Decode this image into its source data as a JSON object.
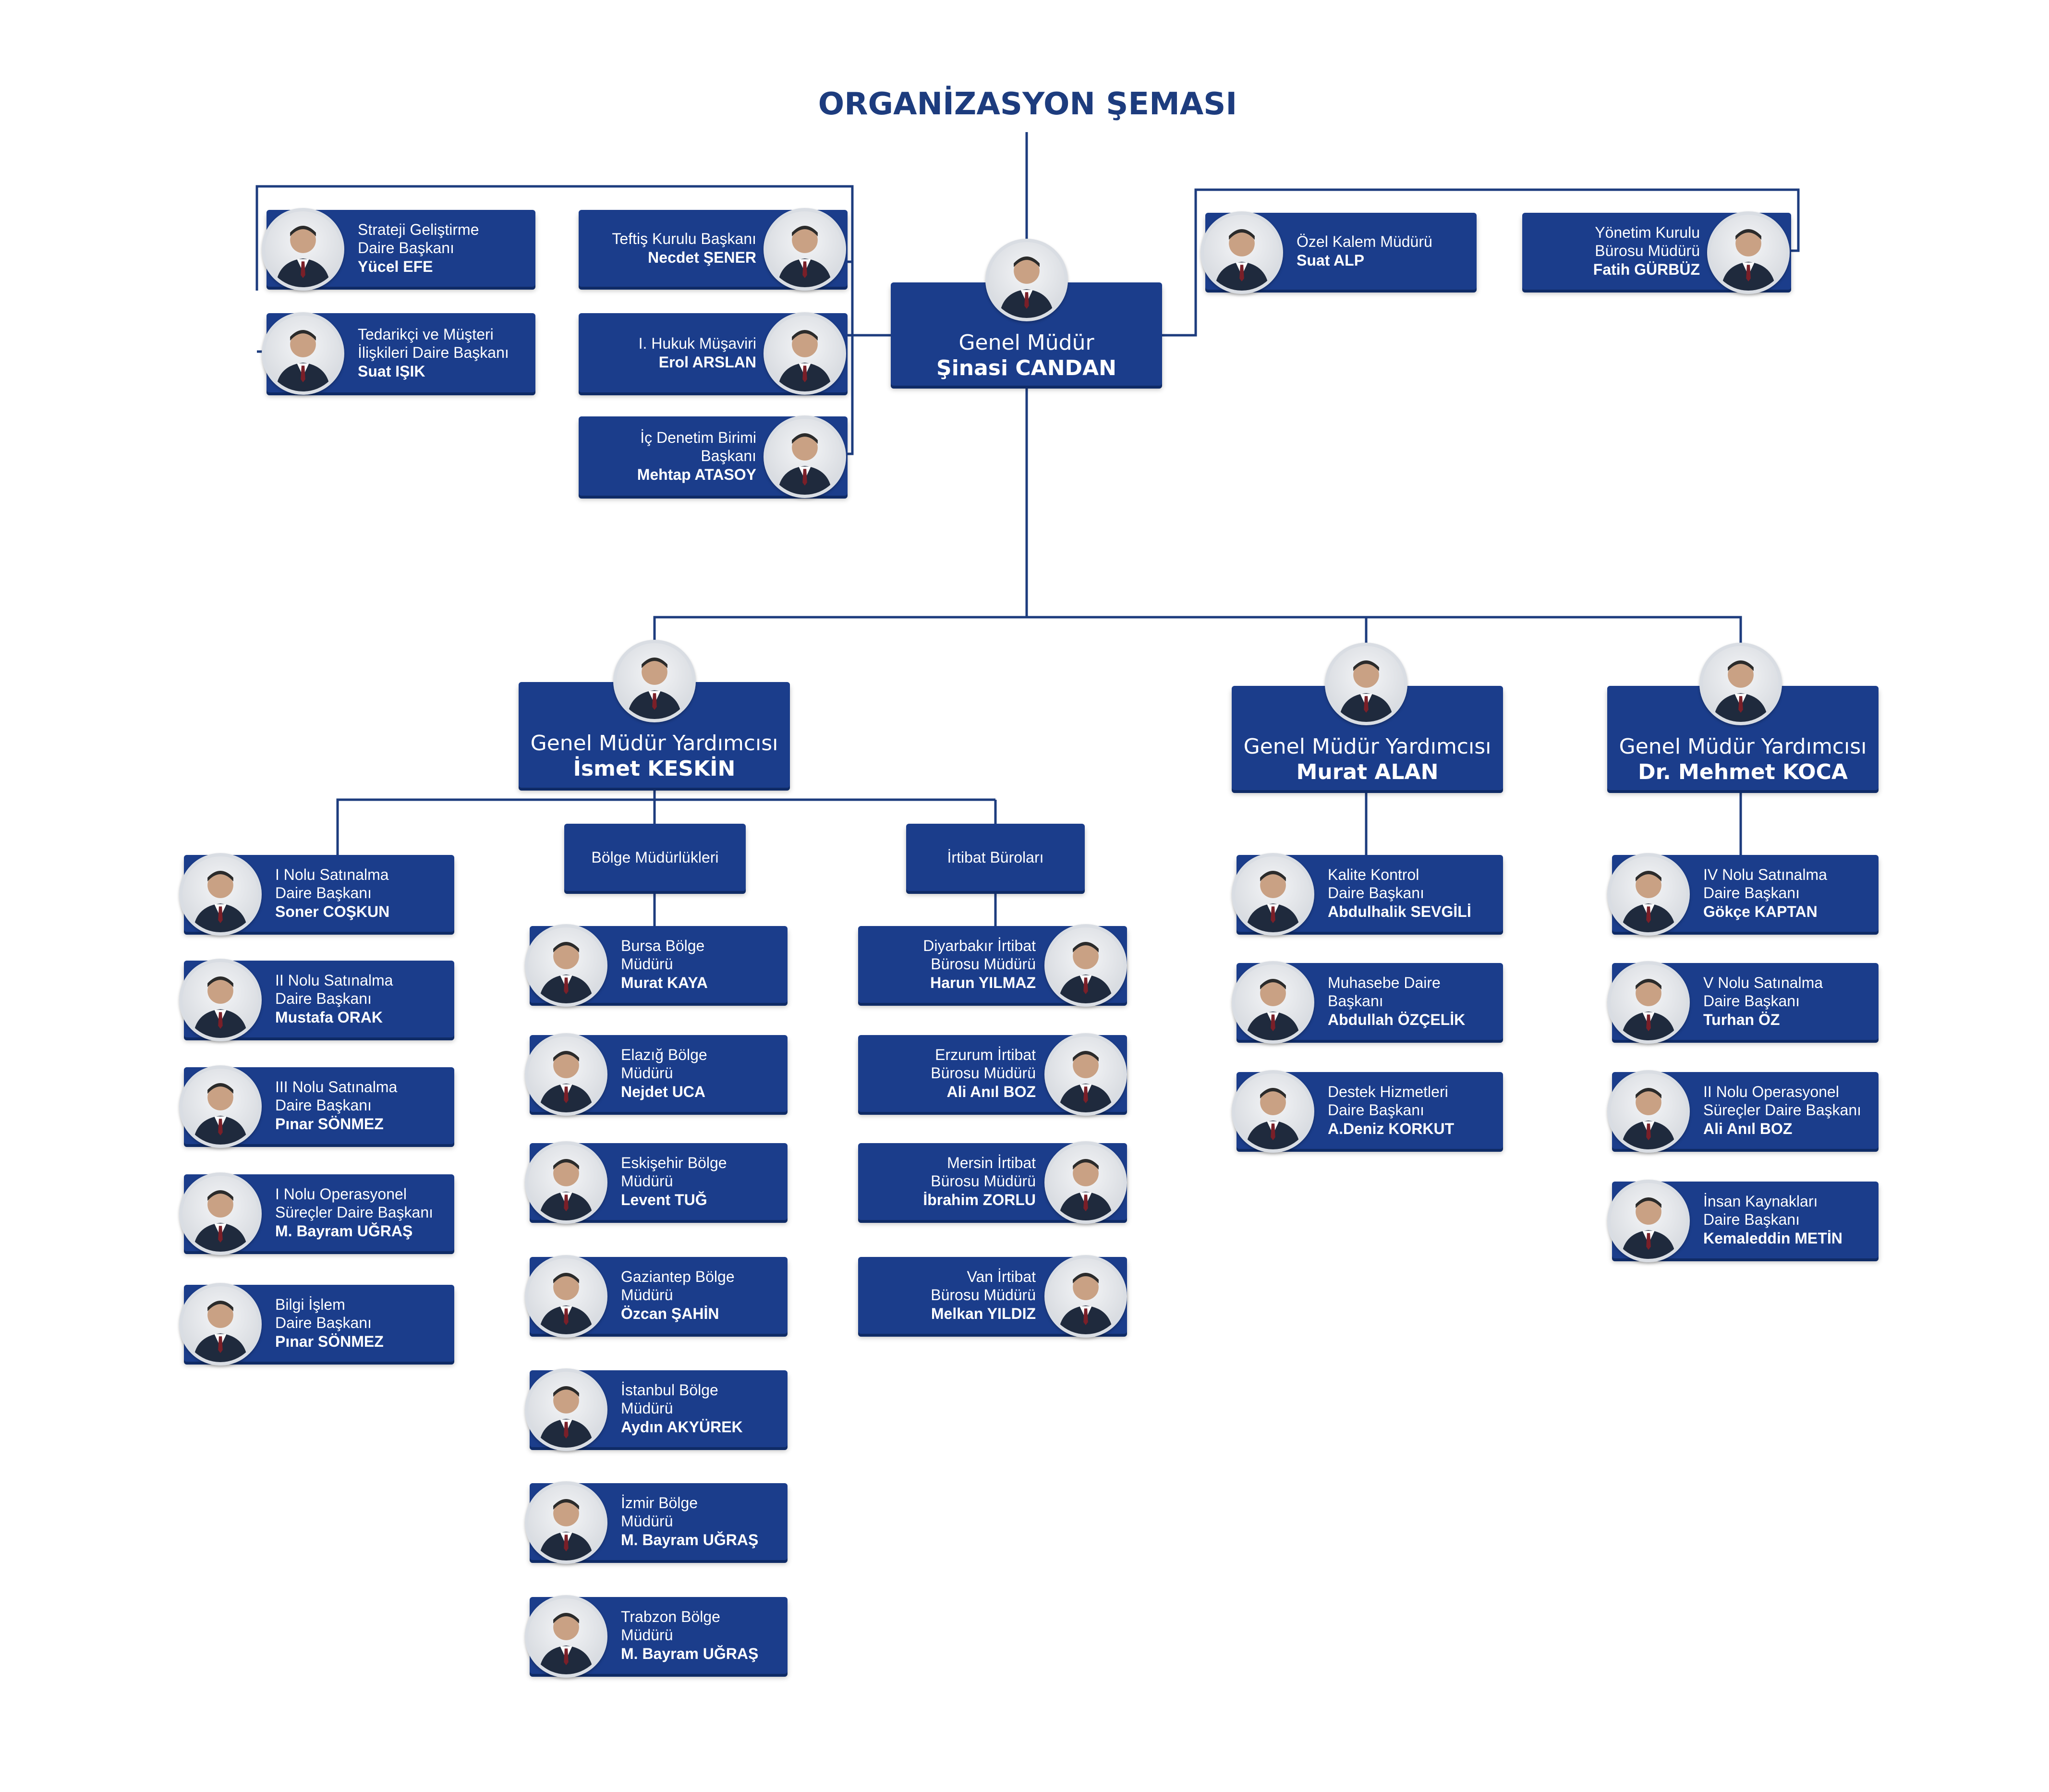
{
  "title": "ORGANİZASYON ŞEMASI",
  "colors": {
    "box": "#1b3d8b",
    "line": "#1d3c7e",
    "title": "#1d3c7e"
  },
  "icons": {
    "person": "person-photo-icon"
  },
  "general_manager": {
    "role": "Genel Müdür",
    "name": "Şinasi CANDAN"
  },
  "left_staff": [
    {
      "role": "Strateji Geliştirme\nDaire Başkanı",
      "name": "Yücel EFE"
    },
    {
      "role": "Tedarikçi ve Müşteri\nİlişkileri Daire Başkanı",
      "name": "Suat IŞIK"
    }
  ],
  "middle_staff": [
    {
      "role": "Teftiş Kurulu Başkanı",
      "name": "Necdet ŞENER"
    },
    {
      "role": "I. Hukuk Müşaviri",
      "name": "Erol ARSLAN"
    },
    {
      "role": "İç Denetim Birimi\nBaşkanı",
      "name": "Mehtap ATASOY"
    }
  ],
  "right_staff": [
    {
      "role": "Özel Kalem Müdürü",
      "name": "Suat ALP"
    },
    {
      "role": "Yönetim Kurulu\nBürosu Müdürü",
      "name": "Fatih GÜRBÜZ"
    }
  ],
  "deputies": [
    {
      "role": "Genel Müdür Yardımcısı",
      "name": "İsmet KESKİN"
    },
    {
      "role": "Genel Müdür Yardımcısı",
      "name": "Murat ALAN"
    },
    {
      "role": "Genel Müdür Yardımcısı",
      "name": "Dr. Mehmet KOCA"
    }
  ],
  "units": {
    "regional": "Bölge Müdürlükleri",
    "liaison": "İrtibat Büroları"
  },
  "keskin_departments": [
    {
      "role": "I Nolu Satınalma\nDaire Başkanı",
      "name": "Soner COŞKUN"
    },
    {
      "role": "II Nolu Satınalma\nDaire Başkanı",
      "name": "Mustafa ORAK"
    },
    {
      "role": "III Nolu Satınalma\nDaire Başkanı",
      "name": "Pınar SÖNMEZ"
    },
    {
      "role": "I Nolu Operasyonel\nSüreçler Daire Başkanı",
      "name": "M. Bayram UĞRAŞ"
    },
    {
      "role": "Bilgi İşlem\nDaire Başkanı",
      "name": "Pınar SÖNMEZ"
    }
  ],
  "regional_offices": [
    {
      "role": "Bursa Bölge\nMüdürü",
      "name": "Murat KAYA"
    },
    {
      "role": "Elazığ Bölge\nMüdürü",
      "name": "Nejdet UCA"
    },
    {
      "role": "Eskişehir Bölge\nMüdürü",
      "name": "Levent TUĞ"
    },
    {
      "role": "Gaziantep Bölge\nMüdürü",
      "name": "Özcan ŞAHİN"
    },
    {
      "role": "İstanbul Bölge\nMüdürü",
      "name": "Aydın AKYÜREK"
    },
    {
      "role": "İzmir Bölge\nMüdürü",
      "name": "M. Bayram UĞRAŞ"
    },
    {
      "role": "Trabzon Bölge\nMüdürü",
      "name": "M. Bayram UĞRAŞ"
    }
  ],
  "liaison_offices": [
    {
      "role": "Diyarbakır İrtibat\nBürosu Müdürü",
      "name": "Harun YILMAZ"
    },
    {
      "role": "Erzurum İrtibat\nBürosu Müdürü",
      "name": "Ali Anıl BOZ"
    },
    {
      "role": "Mersin İrtibat\nBürosu Müdürü",
      "name": "İbrahim ZORLU"
    },
    {
      "role": "Van İrtibat\nBürosu Müdürü",
      "name": "Melkan YILDIZ"
    }
  ],
  "alan_departments": [
    {
      "role": "Kalite Kontrol\nDaire Başkanı",
      "name": "Abdulhalik SEVGİLİ"
    },
    {
      "role": "Muhasebe Daire\nBaşkanı",
      "name": "Abdullah ÖZÇELİK"
    },
    {
      "role": "Destek Hizmetleri\nDaire Başkanı",
      "name": "A.Deniz KORKUT"
    }
  ],
  "koca_departments": [
    {
      "role": "IV Nolu Satınalma\nDaire Başkanı",
      "name": "Gökçe KAPTAN"
    },
    {
      "role": "V Nolu Satınalma\nDaire Başkanı",
      "name": "Turhan ÖZ"
    },
    {
      "role": "II Nolu Operasyonel\nSüreçler Daire Başkanı",
      "name": "Ali Anıl BOZ"
    },
    {
      "role": "İnsan Kaynakları\nDaire Başkanı",
      "name": "Kemaleddin METİN"
    }
  ]
}
